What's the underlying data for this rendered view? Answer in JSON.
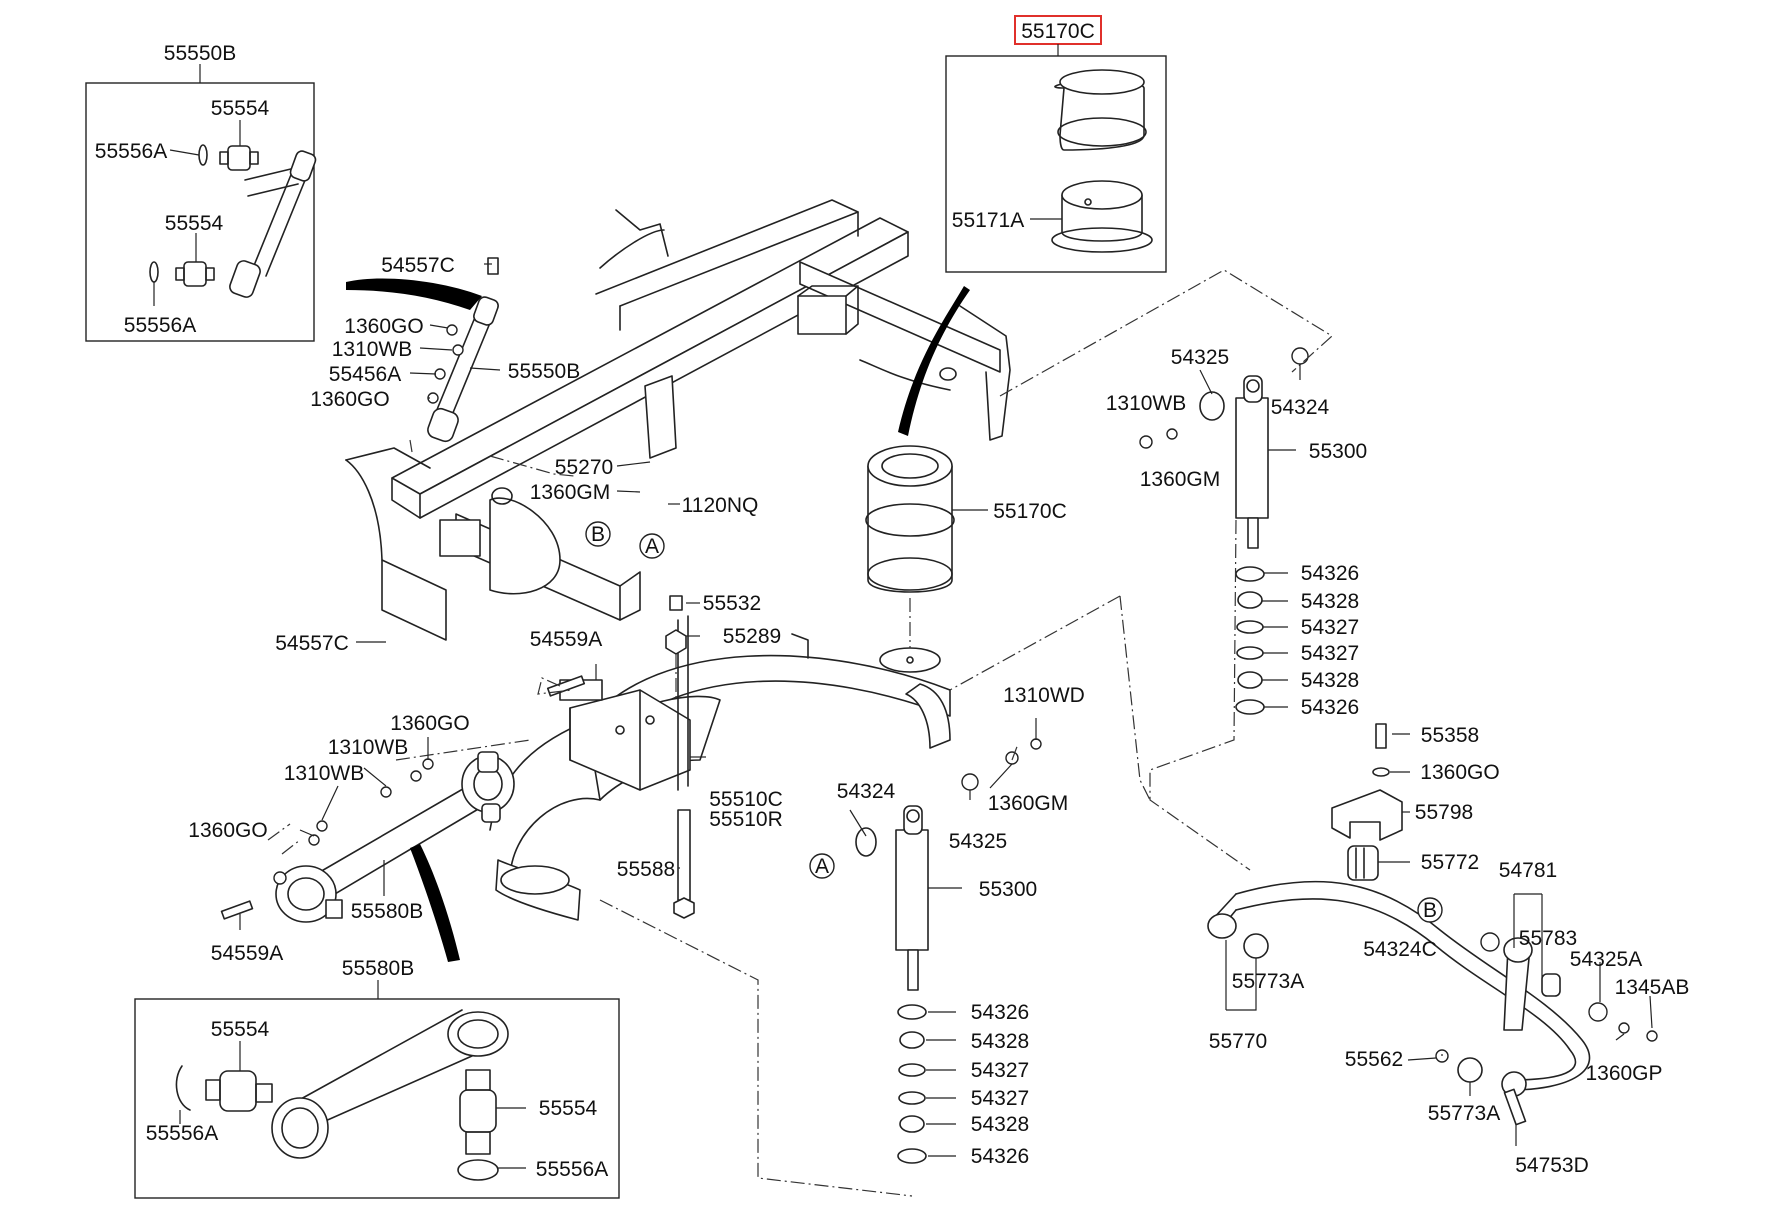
{
  "diagram": {
    "highlight_color": "#e0302b",
    "callouts": [
      {
        "id": "box-55550B",
        "text": "55550B"
      },
      {
        "id": "box-55550B-55554-a",
        "text": "55554"
      },
      {
        "id": "box-55550B-55556A-a",
        "text": "55556A"
      },
      {
        "id": "box-55550B-55554-b",
        "text": "55554"
      },
      {
        "id": "box-55550B-55556A-b",
        "text": "55556A"
      },
      {
        "id": "c-54557C-top",
        "text": "54557C"
      },
      {
        "id": "c-1360GO-1",
        "text": "1360GO"
      },
      {
        "id": "c-1310WB-1",
        "text": "1310WB"
      },
      {
        "id": "c-55456A",
        "text": "55456A"
      },
      {
        "id": "c-1360GO-2",
        "text": "1360GO"
      },
      {
        "id": "c-55550B",
        "text": "55550B"
      },
      {
        "id": "box-55170C",
        "text": "55170C"
      },
      {
        "id": "box-55171A",
        "text": "55171A"
      },
      {
        "id": "c-55270",
        "text": "55270"
      },
      {
        "id": "c-1360GM-1",
        "text": "1360GM"
      },
      {
        "id": "c-1120NQ",
        "text": "1120NQ"
      },
      {
        "id": "c-55170C",
        "text": "55170C"
      },
      {
        "id": "c-54325-right",
        "text": "54325"
      },
      {
        "id": "c-54324-right",
        "text": "54324"
      },
      {
        "id": "c-1310WB-right",
        "text": "1310WB"
      },
      {
        "id": "c-1360GM-right",
        "text": "1360GM"
      },
      {
        "id": "c-55300-right",
        "text": "55300"
      },
      {
        "id": "c-54326-r1",
        "text": "54326"
      },
      {
        "id": "c-54328-r1",
        "text": "54328"
      },
      {
        "id": "c-54327-r1",
        "text": "54327"
      },
      {
        "id": "c-54327-r2",
        "text": "54327"
      },
      {
        "id": "c-54328-r2",
        "text": "54328"
      },
      {
        "id": "c-54326-r2",
        "text": "54326"
      },
      {
        "id": "c-54557C-low",
        "text": "54557C"
      },
      {
        "id": "c-55532",
        "text": "55532"
      },
      {
        "id": "c-55289",
        "text": "55289"
      },
      {
        "id": "c-54559A-mid",
        "text": "54559A"
      },
      {
        "id": "c-1310WD",
        "text": "1310WD"
      },
      {
        "id": "c-1360GO-3",
        "text": "1360GO"
      },
      {
        "id": "c-1310WB-2",
        "text": "1310WB"
      },
      {
        "id": "c-1310WB-3",
        "text": "1310WB"
      },
      {
        "id": "c-1360GO-4",
        "text": "1360GO"
      },
      {
        "id": "c-55510C",
        "text": "55510C"
      },
      {
        "id": "c-55510R",
        "text": "55510R"
      },
      {
        "id": "c-54324-mid",
        "text": "54324"
      },
      {
        "id": "c-1360GM-mid",
        "text": "1360GM"
      },
      {
        "id": "c-54325-mid",
        "text": "54325"
      },
      {
        "id": "c-55588",
        "text": "55588"
      },
      {
        "id": "c-55300-mid",
        "text": "55300"
      },
      {
        "id": "c-55580B",
        "text": "55580B"
      },
      {
        "id": "c-54559A-low",
        "text": "54559A"
      },
      {
        "id": "box-55580B",
        "text": "55580B"
      },
      {
        "id": "box-55580B-55554-a",
        "text": "55554"
      },
      {
        "id": "box-55580B-55556A-a",
        "text": "55556A"
      },
      {
        "id": "box-55580B-55554-b",
        "text": "55554"
      },
      {
        "id": "box-55580B-55556A-b",
        "text": "55556A"
      },
      {
        "id": "c-54326-m1",
        "text": "54326"
      },
      {
        "id": "c-54328-m1",
        "text": "54328"
      },
      {
        "id": "c-54327-m1",
        "text": "54327"
      },
      {
        "id": "c-54327-m2",
        "text": "54327"
      },
      {
        "id": "c-54328-m2",
        "text": "54328"
      },
      {
        "id": "c-54326-m2",
        "text": "54326"
      },
      {
        "id": "c-55358",
        "text": "55358"
      },
      {
        "id": "c-1360GO-5",
        "text": "1360GO"
      },
      {
        "id": "c-55798",
        "text": "55798"
      },
      {
        "id": "c-55772",
        "text": "55772"
      },
      {
        "id": "c-54781",
        "text": "54781"
      },
      {
        "id": "c-55783",
        "text": "55783"
      },
      {
        "id": "c-54324C",
        "text": "54324C"
      },
      {
        "id": "c-54325A",
        "text": "54325A"
      },
      {
        "id": "c-1345AB",
        "text": "1345AB"
      },
      {
        "id": "c-55773A-1",
        "text": "55773A"
      },
      {
        "id": "c-1360GP",
        "text": "1360GP"
      },
      {
        "id": "c-55770",
        "text": "55770"
      },
      {
        "id": "c-55562",
        "text": "55562"
      },
      {
        "id": "c-55773A-2",
        "text": "55773A"
      },
      {
        "id": "c-54753D",
        "text": "54753D"
      }
    ],
    "markers": [
      {
        "id": "marker-B-frame",
        "text": "B"
      },
      {
        "id": "marker-A-frame",
        "text": "A"
      },
      {
        "id": "marker-A-shock",
        "text": "A"
      },
      {
        "id": "marker-B-stab",
        "text": "B"
      }
    ]
  }
}
